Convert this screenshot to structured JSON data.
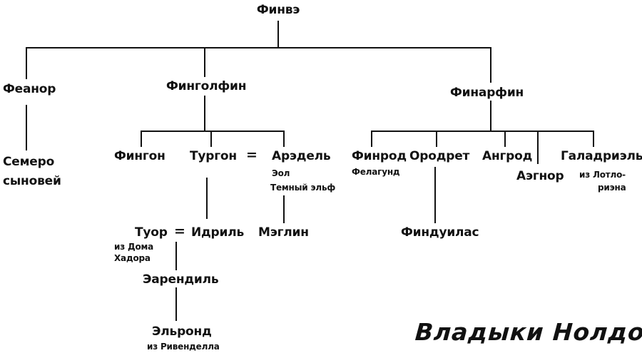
{
  "title": "Владыки Нолдор",
  "colors": {
    "ink": "#111111",
    "background": "#ffffff"
  },
  "people": {
    "finwe": "Финвэ",
    "feanor": "Феанор",
    "seven_sons": [
      "Семеро",
      "сыновей"
    ],
    "fingolfin": "Финголфин",
    "finarfin": "Финарфин",
    "fingon": "Фингон",
    "turgon": "Тургон",
    "aredhel": "Арэдель",
    "aredhel_note": [
      "Эол",
      "Темный эльф"
    ],
    "maeglin": "Мэглин",
    "tuor": "Туор",
    "tuor_note": [
      "из Дома",
      "Хадора"
    ],
    "idril": "Идриль",
    "earendil": "Эарендиль",
    "elrond": "Эльронд",
    "elrond_note": "из Ривенделла",
    "finrod": "Финрод",
    "finrod_note": "Фелагунд",
    "orodreth": "Ородрет",
    "angrod": "Ангрод",
    "aegnor": "Аэгнор",
    "galadriel": "Галадриэль",
    "galadriel_note": [
      "из Лотло-",
      "риэна"
    ],
    "gil_galad_line": "Финдуилас"
  },
  "marriage_sign": "="
}
